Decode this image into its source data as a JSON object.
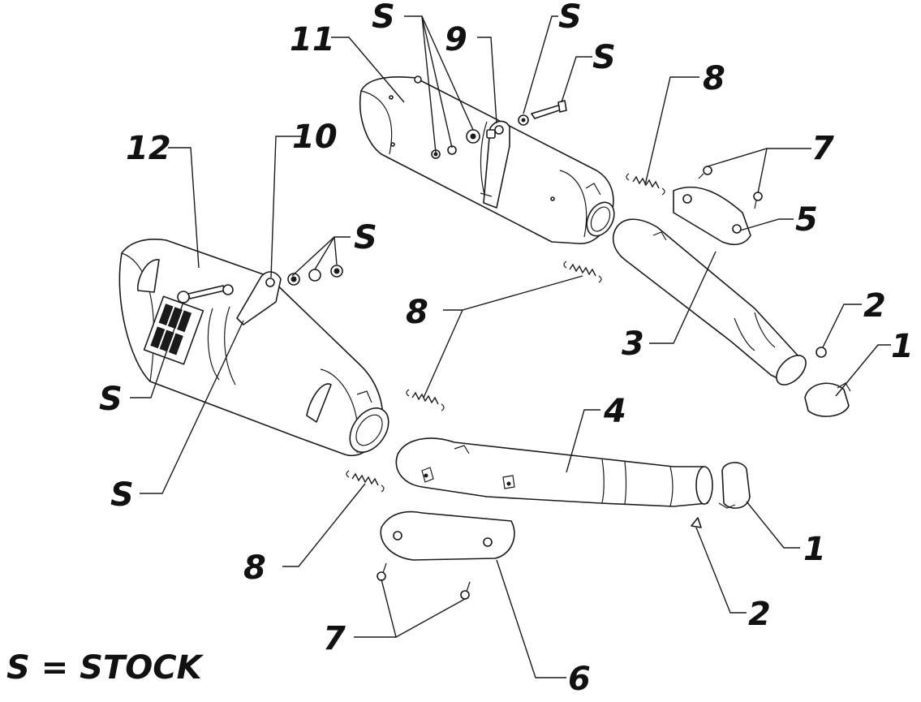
{
  "legend": "S = STOCK",
  "callouts": {
    "c1a": "1",
    "c1b": "1",
    "c2a": "2",
    "c2b": "2",
    "c3": "3",
    "c4": "4",
    "c5": "5",
    "c6": "6",
    "c7a": "7",
    "c7b": "7",
    "c8a": "8",
    "c8b": "8",
    "c8c": "8",
    "c9": "9",
    "c10": "10",
    "c11": "11",
    "c12": "12",
    "s1": "S",
    "s2": "S",
    "s3": "S",
    "s4": "S",
    "s5": "S",
    "s6": "S"
  },
  "colors": {
    "ink": "#1a1a1a",
    "background": "#ffffff"
  }
}
